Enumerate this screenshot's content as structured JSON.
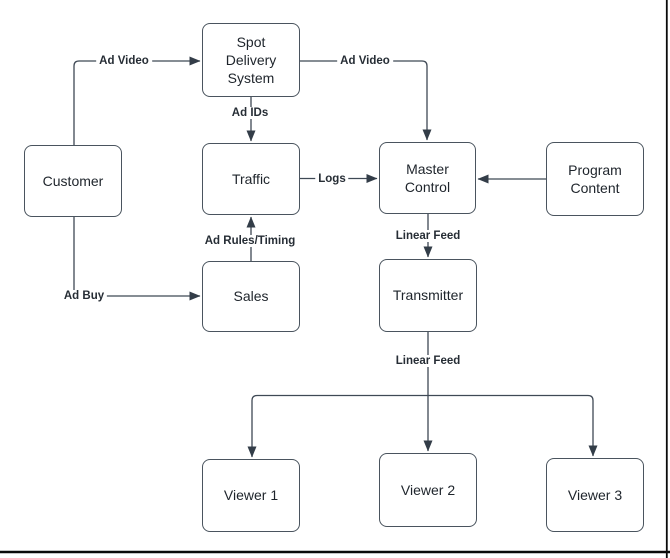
{
  "diagram": {
    "type": "flowchart",
    "nodes": {
      "spot_delivery": {
        "label": "Spot Delivery System"
      },
      "customer": {
        "label": "Customer"
      },
      "traffic": {
        "label": "Traffic"
      },
      "master_control": {
        "label": "Master Control"
      },
      "program_content": {
        "label": "Program Content"
      },
      "sales": {
        "label": "Sales"
      },
      "transmitter": {
        "label": "Transmitter"
      },
      "viewer1": {
        "label": "Viewer 1"
      },
      "viewer2": {
        "label": "Viewer 2"
      },
      "viewer3": {
        "label": "Viewer 3"
      }
    },
    "edge_labels": {
      "ad_video_left": "Ad Video",
      "ad_video_right": "Ad Video",
      "ad_ids": "Ad IDs",
      "logs": "Logs",
      "ad_rules_timing": "Ad Rules/Timing",
      "ad_buy": "Ad Buy",
      "linear_feed_top": "Linear Feed",
      "linear_feed_bottom": "Linear Feed"
    },
    "connections": [
      {
        "from": "Customer",
        "to": "Spot Delivery System",
        "label": "Ad Video"
      },
      {
        "from": "Spot Delivery System",
        "to": "Master Control",
        "label": "Ad Video"
      },
      {
        "from": "Spot Delivery System",
        "to": "Traffic",
        "label": "Ad IDs"
      },
      {
        "from": "Traffic",
        "to": "Master Control",
        "label": "Logs"
      },
      {
        "from": "Sales",
        "to": "Traffic",
        "label": "Ad Rules/Timing"
      },
      {
        "from": "Customer",
        "to": "Sales",
        "label": "Ad Buy"
      },
      {
        "from": "Program Content",
        "to": "Master Control",
        "label": ""
      },
      {
        "from": "Master Control",
        "to": "Transmitter",
        "label": "Linear Feed"
      },
      {
        "from": "Transmitter",
        "to": "Viewer 1",
        "label": "Linear Feed"
      },
      {
        "from": "Transmitter",
        "to": "Viewer 2",
        "label": "Linear Feed"
      },
      {
        "from": "Transmitter",
        "to": "Viewer 3",
        "label": "Linear Feed"
      }
    ],
    "colors": {
      "line": "#3F4955",
      "arrowhead": "#333D48",
      "node_border": "#4A545E",
      "text": "#1E242B",
      "page_frame": "#0A0A0A",
      "background": "#FFFFFF"
    }
  }
}
